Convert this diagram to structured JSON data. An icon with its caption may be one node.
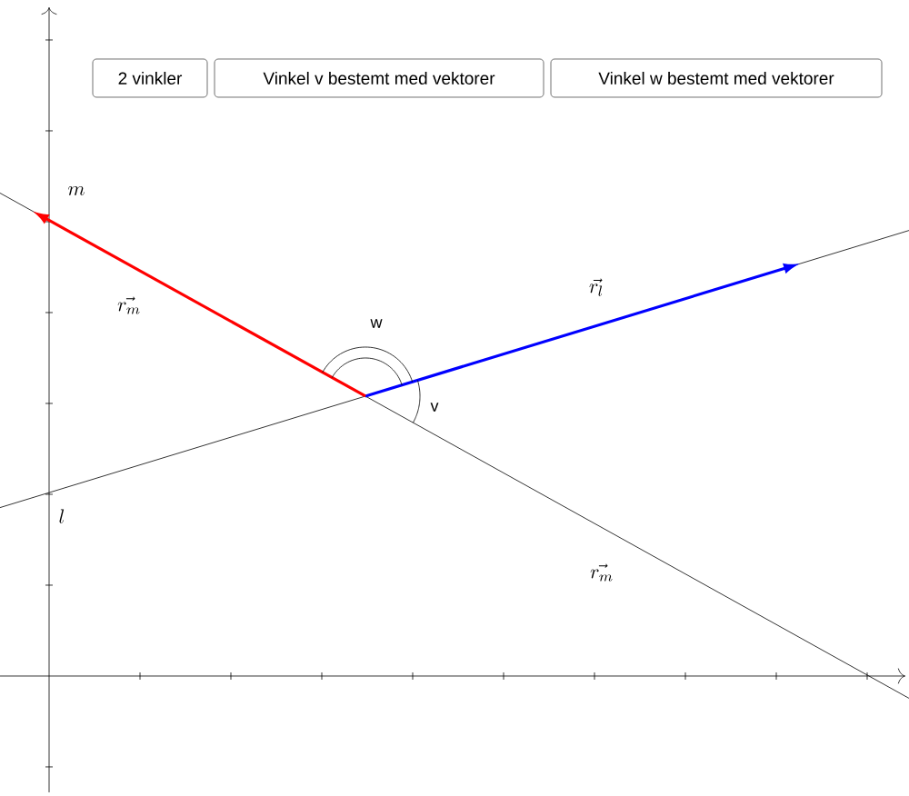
{
  "diagram": {
    "nodes": [
      {
        "text": [
          "2 vinkler"
        ]
      },
      {
        "text": [
          "Vinkel v bestemt med vektorer"
        ]
      },
      {
        "text": [
          "Vinkel w bestemt med vektorer"
        ]
      }
    ],
    "labels": [
      "m",
      "\\vec{r_m}",
      "w",
      "\\vec{r_l}",
      "v",
      "l",
      "\\vec{r_m}"
    ]
  }
}
